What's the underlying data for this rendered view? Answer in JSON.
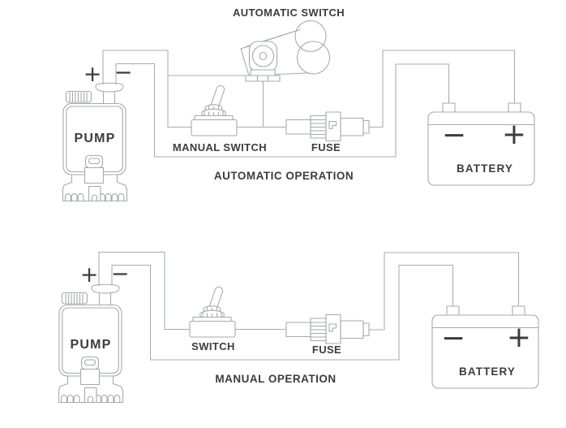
{
  "page": {
    "background": "#ffffff"
  },
  "colors": {
    "line": "#a6a9af",
    "text": "#3c3c3f"
  },
  "diagrams": [
    {
      "name": "automatic-operation",
      "caption": "AUTOMATIC OPERATION",
      "components": {
        "pump": {
          "label": "PUMP",
          "positive": "+",
          "negative": "−"
        },
        "automatic_switch": {
          "label": "AUTOMATIC SWITCH"
        },
        "manual_switch": {
          "label": "MANUAL SWITCH"
        },
        "fuse": {
          "label": "FUSE"
        },
        "battery": {
          "label": "BATTERY",
          "negative": "−",
          "positive": "+"
        }
      }
    },
    {
      "name": "manual-operation",
      "caption": "MANUAL OPERATION",
      "components": {
        "pump": {
          "label": "PUMP",
          "positive": "+",
          "negative": "−"
        },
        "switch": {
          "label": "SWITCH"
        },
        "fuse": {
          "label": "FUSE"
        },
        "battery": {
          "label": "BATTERY",
          "negative": "−",
          "positive": "+"
        }
      }
    }
  ]
}
